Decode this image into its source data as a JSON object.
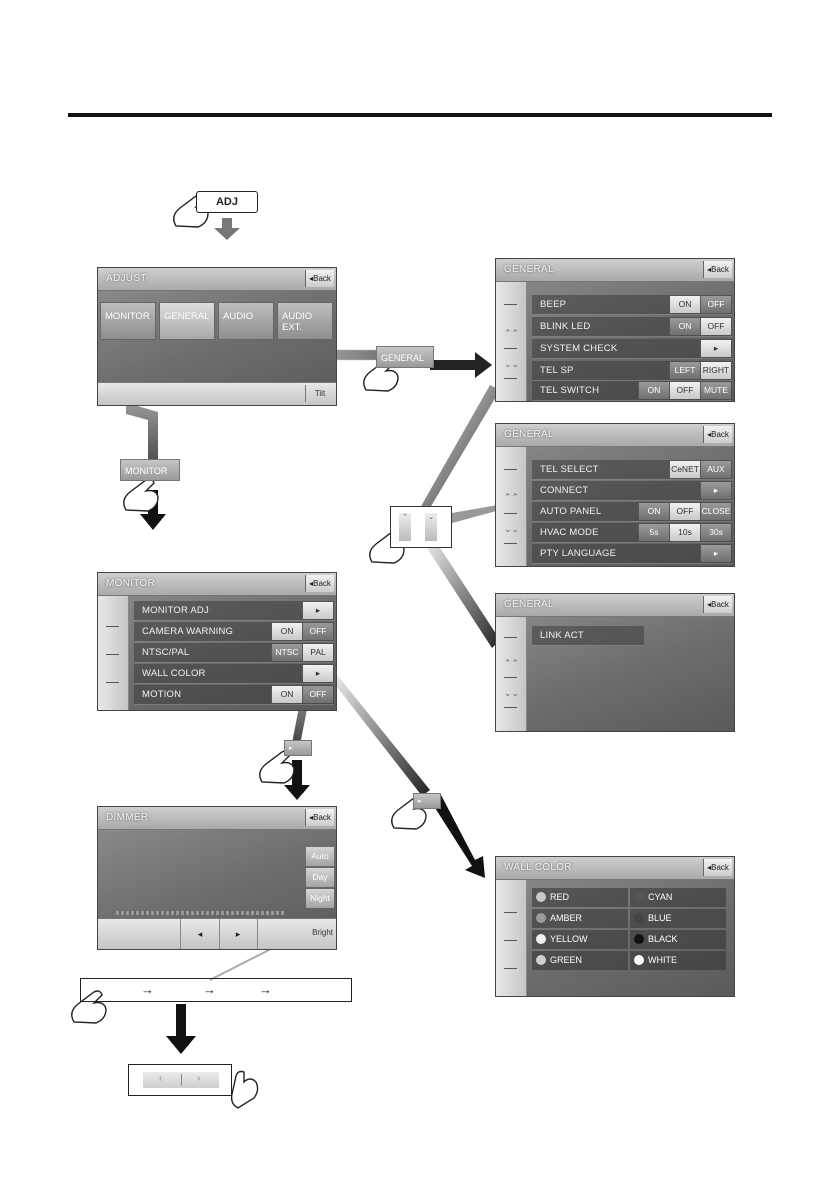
{
  "adj_label": "ADJ",
  "adjust": {
    "title": "ADJUST",
    "back": "Back",
    "tabs": [
      "MONITOR",
      "GENERAL",
      "AUDIO",
      "AUDIO EXT."
    ],
    "tilt": "Tilt"
  },
  "callouts": {
    "general": "GENERAL",
    "monitor": "MONITOR"
  },
  "general1": {
    "title": "GENERAL",
    "back": "Back",
    "rows": [
      {
        "label": "BEEP",
        "opts": [
          "ON",
          "OFF"
        ]
      },
      {
        "label": "BLINK LED",
        "opts": [
          "ON",
          "OFF"
        ]
      },
      {
        "label": "SYSTEM CHECK",
        "opts": [
          "▸"
        ]
      },
      {
        "label": "TEL SP",
        "opts": [
          "LEFT",
          "RIGHT"
        ]
      },
      {
        "label": "TEL SWITCH",
        "opts": [
          "ON",
          "OFF",
          "MUTE"
        ]
      }
    ]
  },
  "general2": {
    "title": "GENERAL",
    "back": "Back",
    "rows": [
      {
        "label": "TEL SELECT",
        "opts": [
          "CeNET",
          "AUX"
        ]
      },
      {
        "label": "CONNECT",
        "opts": [
          "▸"
        ]
      },
      {
        "label": "AUTO PANEL",
        "opts": [
          "ON",
          "OFF",
          "CLOSE"
        ]
      },
      {
        "label": "HVAC MODE",
        "opts": [
          "5s",
          "10s",
          "30s"
        ]
      },
      {
        "label": "PTY LANGUAGE",
        "opts": [
          "▸"
        ]
      }
    ]
  },
  "general3": {
    "title": "GENERAL",
    "back": "Back",
    "rows": [
      {
        "label": "LINK ACT"
      }
    ]
  },
  "monitor": {
    "title": "MONITOR",
    "back": "Back",
    "rows": [
      {
        "label": "MONITOR ADJ",
        "opts": [
          "▸"
        ]
      },
      {
        "label": "CAMERA WARNING",
        "opts": [
          "ON",
          "OFF"
        ]
      },
      {
        "label": "NTSC/PAL",
        "opts": [
          "NTSC",
          "PAL"
        ]
      },
      {
        "label": "WALL COLOR",
        "opts": [
          "▸"
        ]
      },
      {
        "label": "MOTION",
        "opts": [
          "ON",
          "OFF"
        ]
      }
    ]
  },
  "dimmer": {
    "title": "DIMMER",
    "back": "Back",
    "buttons": [
      "Auto",
      "Day",
      "Night"
    ],
    "bright": "Bright",
    "left": "◂",
    "right": "▸"
  },
  "wallcolor": {
    "title": "WALL COLOR",
    "back": "Back",
    "colors": [
      {
        "name": "RED",
        "hex": "#c8c8c8"
      },
      {
        "name": "CYAN",
        "hex": "#555555"
      },
      {
        "name": "AMBER",
        "hex": "#9a9a9a"
      },
      {
        "name": "BLUE",
        "hex": "#444444"
      },
      {
        "name": "YELLOW",
        "hex": "#f0f0f0"
      },
      {
        "name": "BLACK",
        "hex": "#111111"
      },
      {
        "name": "GREEN",
        "hex": "#cfcfcf"
      },
      {
        "name": "WHITE",
        "hex": "#ffffff"
      }
    ]
  },
  "flow_arrows": [
    "→",
    "→",
    "→"
  ],
  "mini": {
    "left": "‹",
    "right": "›"
  }
}
